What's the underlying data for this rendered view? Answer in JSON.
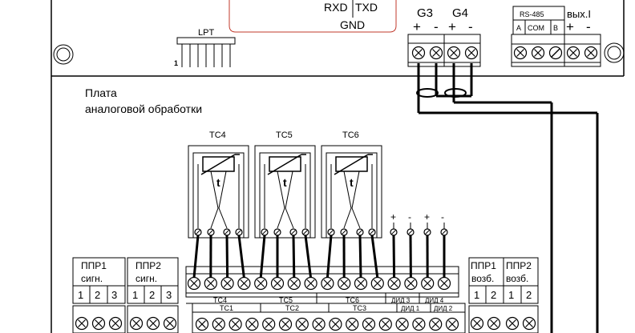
{
  "cpu_board": {
    "rxd": "RXD",
    "txd": "TXD",
    "gnd": "GND"
  },
  "lpt": {
    "label": "LPT",
    "pin1": "1"
  },
  "channels": [
    {
      "label": "G3",
      "plus": "+",
      "minus": "-"
    },
    {
      "label": "G4",
      "plus": "+",
      "minus": "-"
    }
  ],
  "rs485": {
    "label": "RS-485",
    "a": "A",
    "com": "COM",
    "b": "B"
  },
  "output": {
    "label": "вых.I",
    "plus": "+",
    "minus": "-"
  },
  "analog_board": {
    "line1": "Плата",
    "line2": "аналоговой обработки"
  },
  "thermocouples": [
    "TC4",
    "TC5",
    "TC6"
  ],
  "thermo_symbol": "t",
  "diff_polarity": [
    "+",
    "-",
    "+",
    "-"
  ],
  "ppr_left": [
    {
      "label": "ППР1",
      "sub": "сигн.",
      "pins": [
        "1",
        "2",
        "3"
      ]
    },
    {
      "label": "ППР2",
      "sub": "сигн.",
      "pins": [
        "1",
        "2",
        "3"
      ]
    }
  ],
  "ppr_right": [
    {
      "label": "ППР1",
      "sub": "возб.",
      "pins": [
        "1",
        "2"
      ]
    },
    {
      "label": "ППР2",
      "sub": "возб.",
      "pins": [
        "1",
        "2"
      ]
    }
  ],
  "upper_groups": [
    "TC4",
    "TC5",
    "TC6",
    "ДИД 3",
    "ДИД 4"
  ],
  "lower_groups": [
    "TC1",
    "TC2",
    "TC3",
    "ДИД 1",
    "ДИД 2"
  ]
}
